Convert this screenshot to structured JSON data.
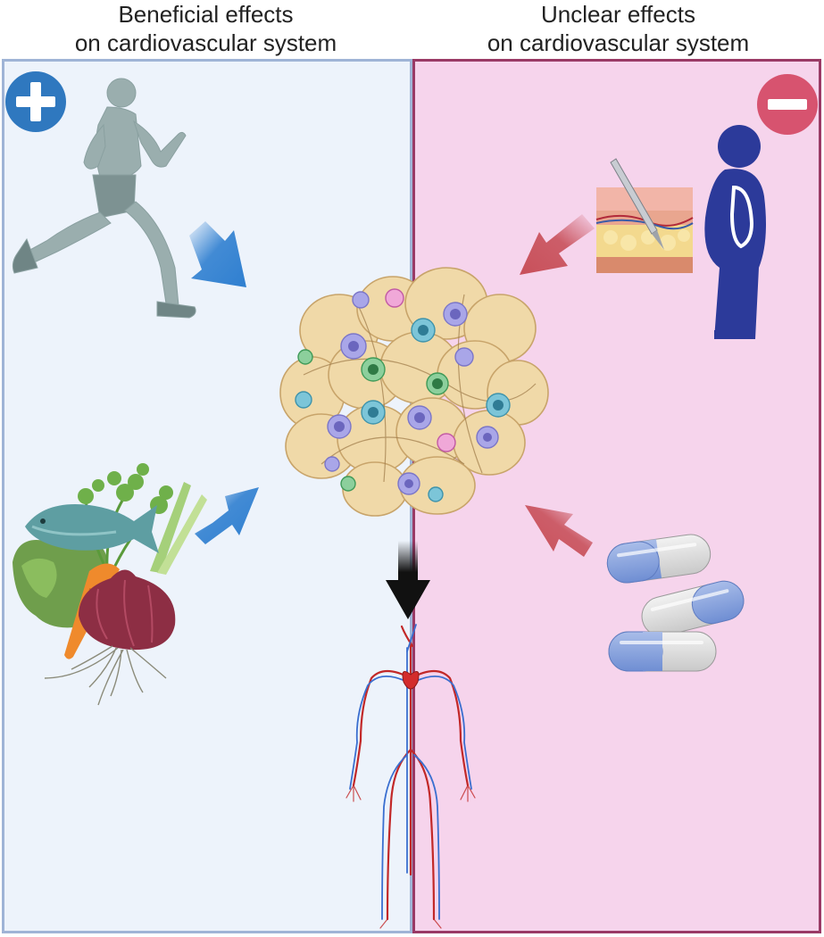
{
  "headings": {
    "left": [
      "Beneficial effects",
      "on cardiovascular system"
    ],
    "right": [
      "Unclear effects",
      "on cardiovascular system"
    ]
  },
  "badges": {
    "left": "plus-icon",
    "right": "minus-icon"
  },
  "colors": {
    "left_panel_bg": "#edf3fb",
    "left_panel_border": "#9fb4d6",
    "right_panel_bg": "#f6d4ec",
    "right_panel_border": "#9a3a66",
    "plus_badge": "#2f78bf",
    "minus_badge": "#d7536f",
    "blue_arrow": "#2f7fd0",
    "red_arrow": "#c8505a",
    "black_arrow": "#111111"
  },
  "icons": [
    "runner-icon",
    "food-icon",
    "fat-tissue-icon",
    "skin-surgery-icon",
    "obese-person-icon",
    "pills-icon",
    "circulatory-system-icon"
  ]
}
